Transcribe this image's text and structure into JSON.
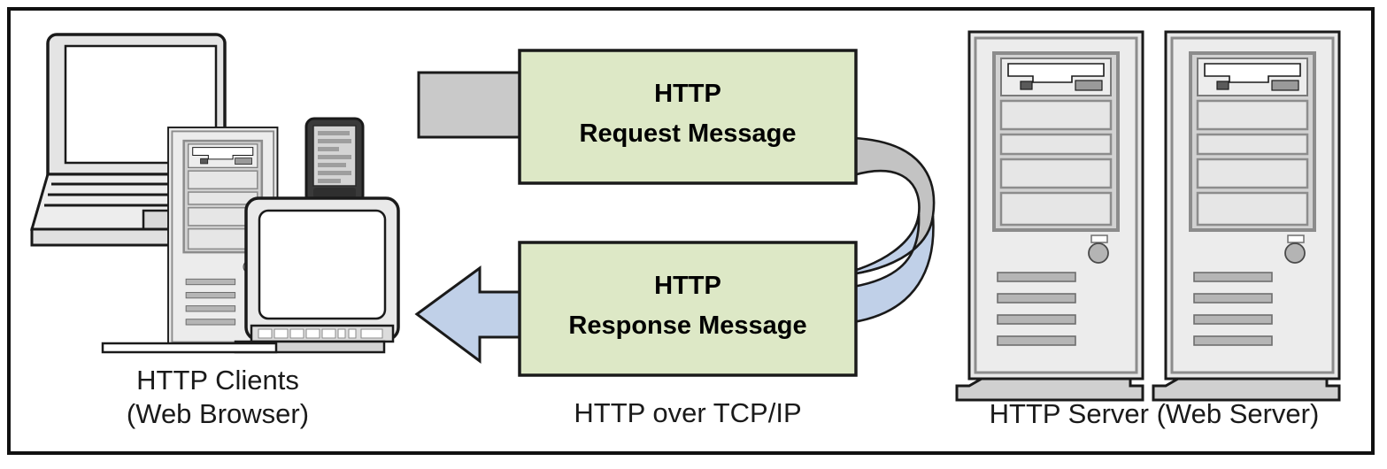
{
  "diagram": {
    "title_visible": false,
    "captions": {
      "clients_line1": "HTTP Clients",
      "clients_line2": "(Web Browser)",
      "protocol": "HTTP over TCP/IP",
      "server": "HTTP Server (Web Server)"
    },
    "messages": {
      "request_line1": "HTTP",
      "request_line2": "Request Message",
      "response_line1": "HTTP",
      "response_line2": "Response Message"
    },
    "colors": {
      "message_box_fill": "#dde8c6",
      "message_box_stroke": "#1a1a1a",
      "request_ribbon_fill": "#c3c3c3",
      "response_ribbon_fill": "#c0d0e8",
      "response_arrow_fill": "#c0d0e8",
      "device_body_fill": "#e8e8e8",
      "device_panel_fill": "#bdbdbd",
      "device_screen_fill": "#ffffff",
      "pda_body_fill": "#3a3a3a",
      "outline": "#1a1a1a",
      "frame_border": "#111111",
      "page_background": "#ffffff"
    },
    "elements": {
      "client_laptop": "laptop",
      "client_desktop_tower": "desktop-tower",
      "client_crt_monitor": "crt-monitor",
      "client_pda": "pda-handheld",
      "server_count": 2,
      "server_drive_bays": 4,
      "server_vent_bars": 4,
      "arrow_direction_response": "left",
      "ribbon_shape": "loop"
    }
  }
}
